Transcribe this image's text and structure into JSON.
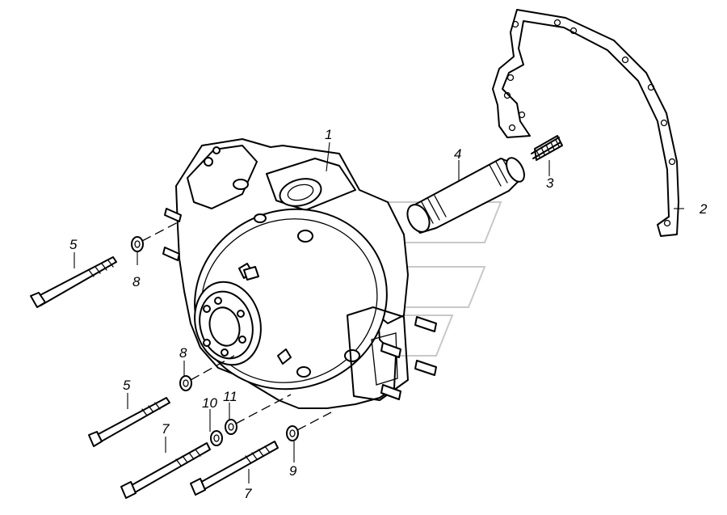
{
  "callouts": [
    {
      "id": "c1",
      "text": "1"
    },
    {
      "id": "c2",
      "text": "2"
    },
    {
      "id": "c3",
      "text": "3"
    },
    {
      "id": "c4",
      "text": "4"
    },
    {
      "id": "c5a",
      "text": "5"
    },
    {
      "id": "c5b",
      "text": "5"
    },
    {
      "id": "c7a",
      "text": "7"
    },
    {
      "id": "c7b",
      "text": "7"
    },
    {
      "id": "c8a",
      "text": "8"
    },
    {
      "id": "c8b",
      "text": "8"
    },
    {
      "id": "c9",
      "text": "9"
    },
    {
      "id": "c10",
      "text": "10"
    },
    {
      "id": "c11",
      "text": "11"
    }
  ]
}
